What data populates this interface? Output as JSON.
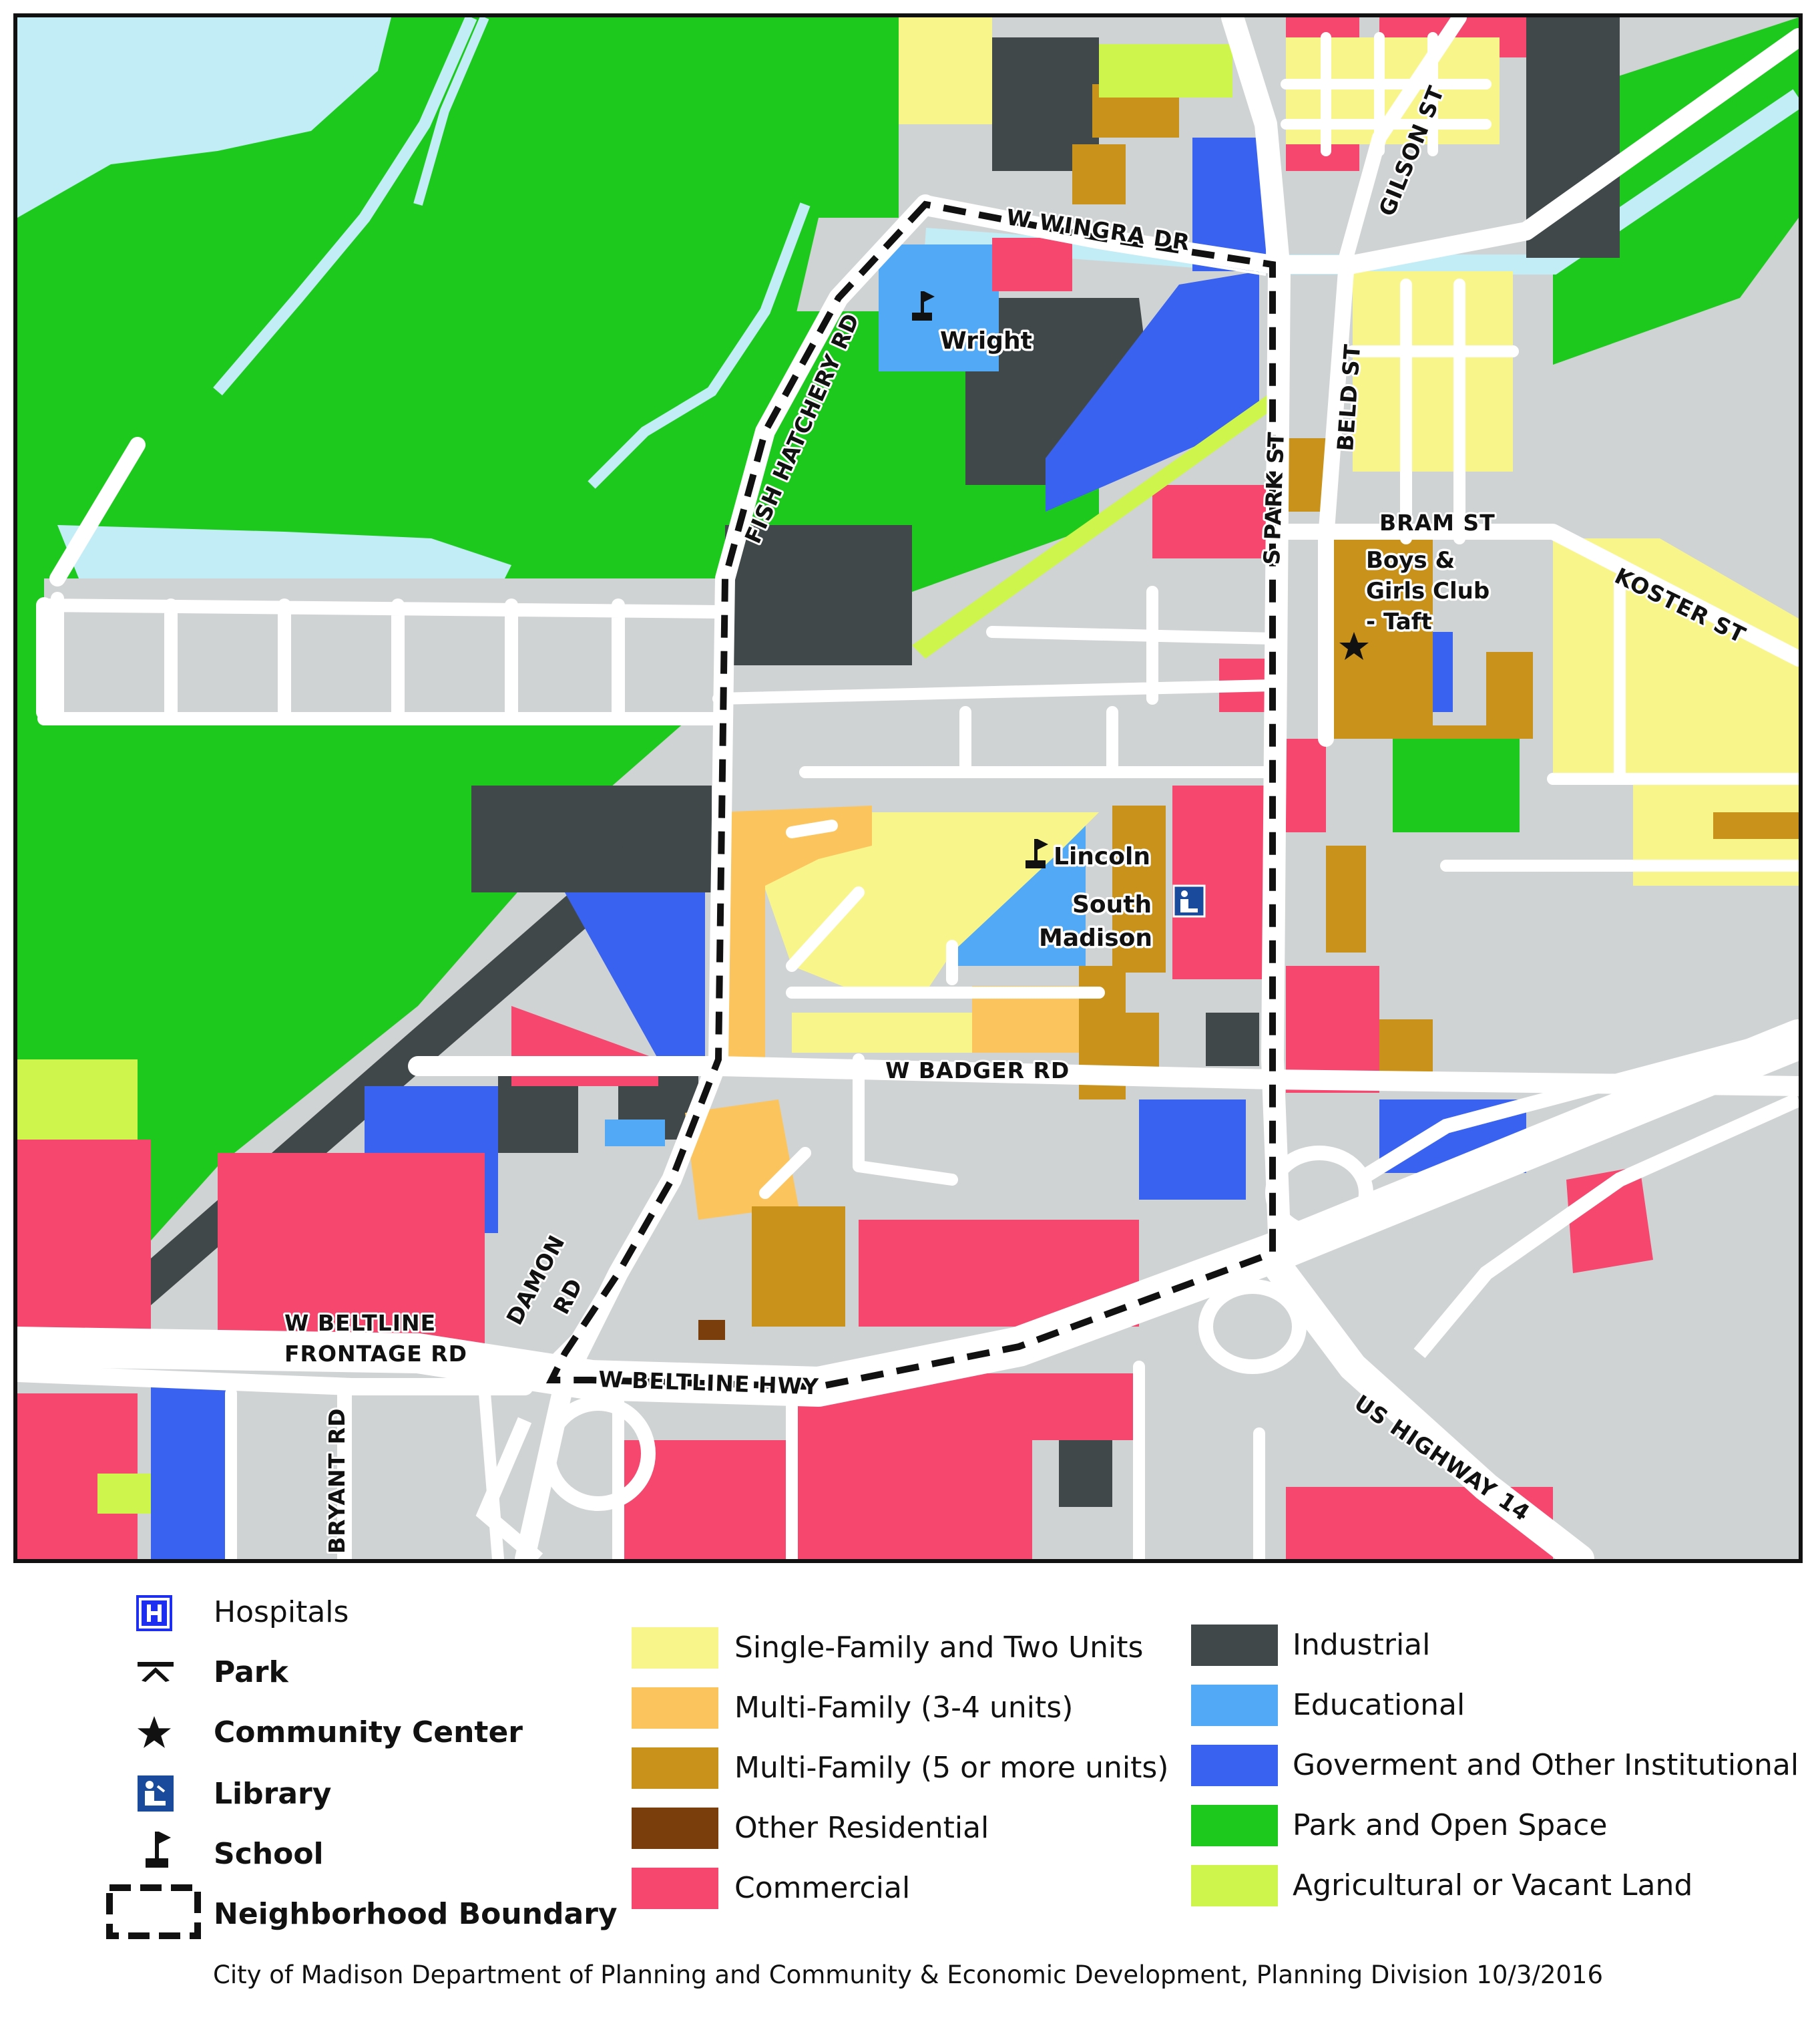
{
  "colors": {
    "single_family": "#f8f58a",
    "multi_family_3_4": "#fcc45c",
    "multi_family_5": "#c9921a",
    "other_residential": "#7a3e0c",
    "commercial": "#f6476f",
    "industrial": "#414849",
    "educational": "#52a9f6",
    "government": "#3a62f1",
    "park": "#1dc91d",
    "agricultural": "#cdf54b",
    "roads_other": "#d0d3d4",
    "water": "#c2edf6",
    "road": "#ffffff"
  },
  "map": {
    "streets": {
      "w_wingra_dr": "W WINGRA DR",
      "gilson_st": "GILSON ST",
      "fish_hatchery_rd": "FISH HATCHERY RD",
      "beld_st": "BELD ST",
      "park_st": "S PARK ST",
      "bram_st": "BRAM ST",
      "koster_st": "KOSTER ST",
      "w_badger_rd": "W BADGER RD",
      "damon_rd_1": "DAMON",
      "damon_rd_2": "RD",
      "w_beltline_frontage_1": "W BELTLINE",
      "w_beltline_frontage_2": "FRONTAGE RD",
      "w_beltline_hwy": "W BELTLINE HWY",
      "us_highway_14": "US HIGHWAY 14",
      "bryant_rd": "BRYANT RD"
    },
    "places": {
      "wright": "Wright",
      "boys_girls_1": "Boys &",
      "boys_girls_2": "Girls Club",
      "boys_girls_3": "- Taft",
      "lincoln": "Lincoln",
      "south_1": "South",
      "south_2": "Madison"
    }
  },
  "legend": {
    "symbols": [
      {
        "icon": "hospital-icon",
        "label": "Hospitals",
        "bold": false
      },
      {
        "icon": "park-icon",
        "label": "Park",
        "bold": true
      },
      {
        "icon": "community-center-icon",
        "label": "Community Center",
        "bold": true
      },
      {
        "icon": "library-icon",
        "label": "Library",
        "bold": true
      },
      {
        "icon": "school-icon",
        "label": "School",
        "bold": true
      },
      {
        "icon": "neighborhood-boundary-icon",
        "label": "Neighborhood Boundary",
        "bold": true
      }
    ],
    "land_use_1": [
      {
        "key": "single_family",
        "label": "Single-Family and Two Units"
      },
      {
        "key": "multi_family_3_4",
        "label": "Multi-Family (3-4 units)"
      },
      {
        "key": "multi_family_5",
        "label": "Multi-Family (5 or more units)"
      },
      {
        "key": "other_residential",
        "label": "Other Residential"
      },
      {
        "key": "commercial",
        "label": "Commercial"
      }
    ],
    "land_use_2": [
      {
        "key": "industrial",
        "label": "Industrial"
      },
      {
        "key": "educational",
        "label": "Educational"
      },
      {
        "key": "government",
        "label": "Goverment and Other Institutional"
      },
      {
        "key": "park",
        "label": "Park and Open Space"
      },
      {
        "key": "agricultural",
        "label": "Agricultural or Vacant Land"
      }
    ]
  },
  "credit": "City of Madison Department of Planning and Community & Economic Development, Planning Division  10/3/2016"
}
